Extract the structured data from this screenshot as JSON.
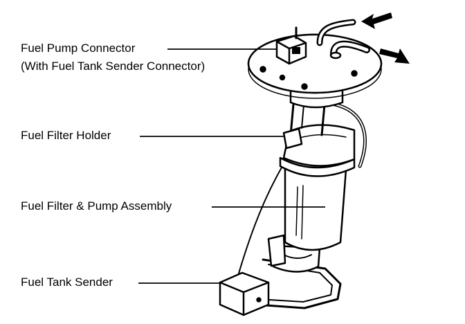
{
  "labels": {
    "connector_line1": "Fuel Pump Connector",
    "connector_line2": "(With Fuel Tank Sender Connector)",
    "filter_holder": "Fuel Filter Holder",
    "filter_pump": "Fuel Filter & Pump Assembly",
    "tank_sender": "Fuel Tank Sender"
  },
  "colors": {
    "ink": "#000000",
    "paper": "#ffffff"
  },
  "icons": {
    "inflow": "arrow-in-icon",
    "outflow": "arrow-out-icon"
  }
}
